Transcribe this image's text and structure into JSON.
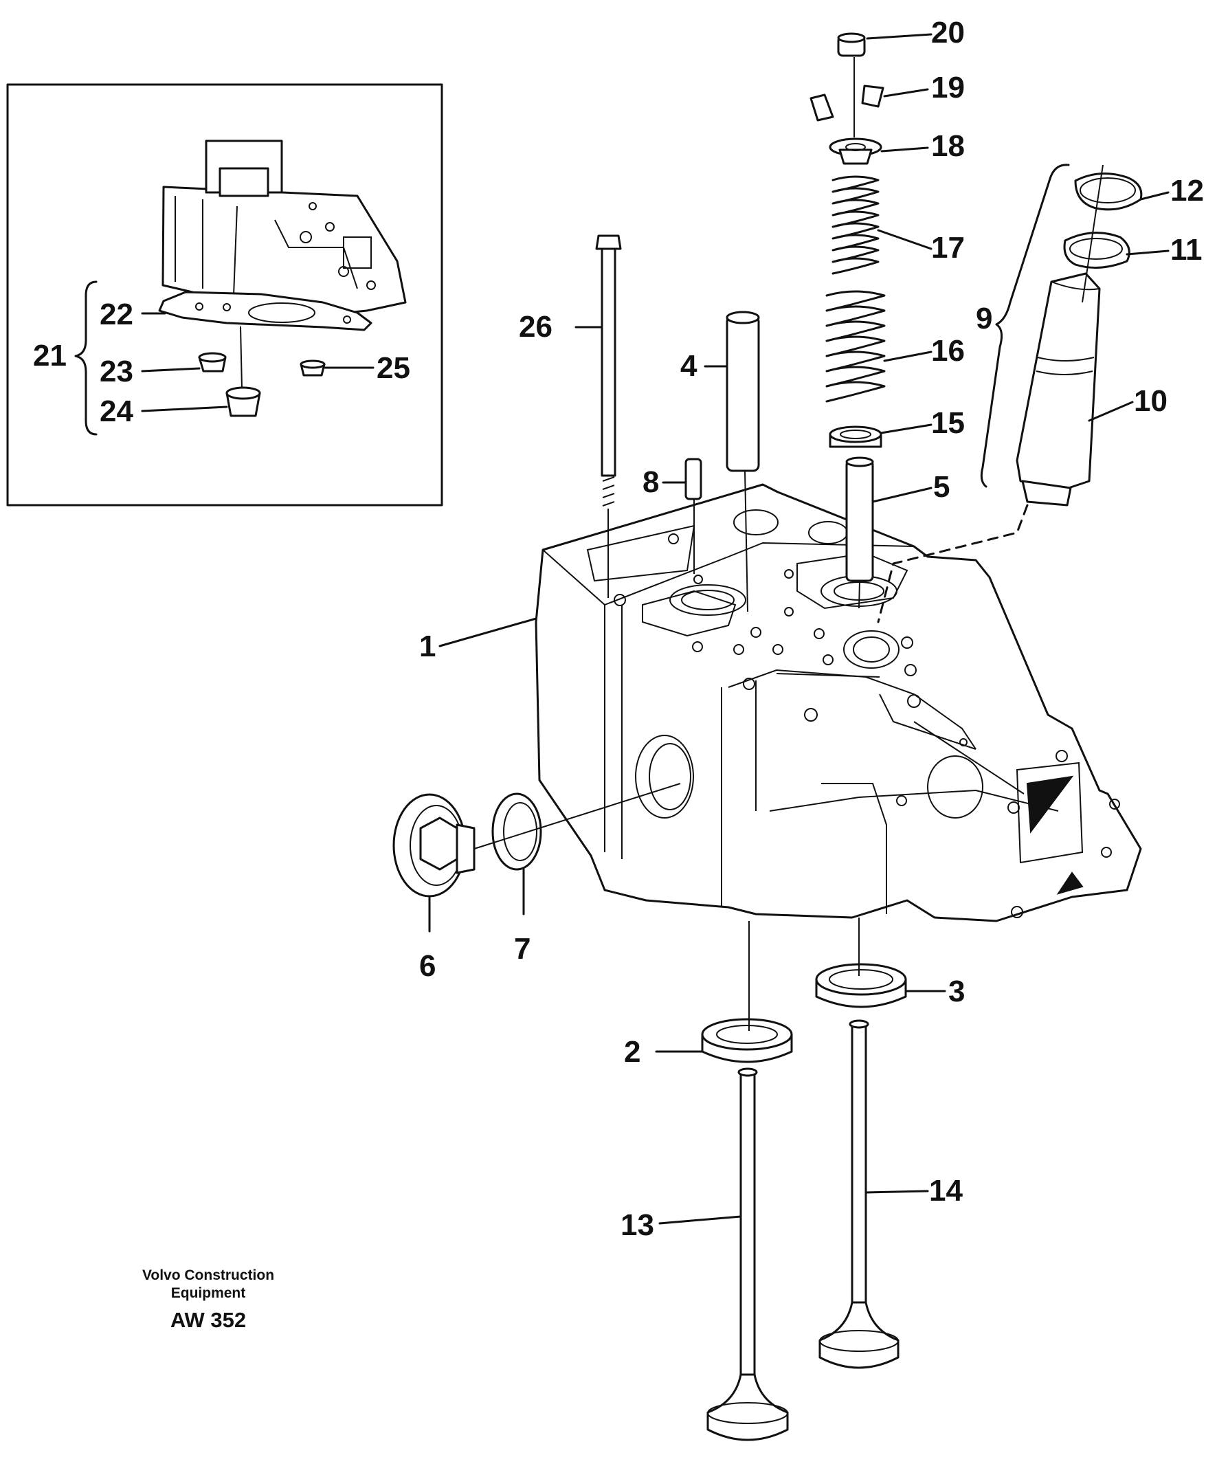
{
  "credit": {
    "company_line1": "Volvo Construction",
    "company_line2": "Equipment",
    "code": "AW 352"
  },
  "labels": {
    "p1": "1",
    "p2": "2",
    "p3": "3",
    "p4": "4",
    "p5": "5",
    "p6": "6",
    "p7": "7",
    "p8": "8",
    "p9": "9",
    "p10": "10",
    "p11": "11",
    "p12": "12",
    "p13": "13",
    "p14": "14",
    "p15": "15",
    "p16": "16",
    "p17": "17",
    "p18": "18",
    "p19": "19",
    "p20": "20",
    "p21": "21",
    "p22": "22",
    "p23": "23",
    "p24": "24",
    "p25": "25",
    "p26": "26"
  }
}
